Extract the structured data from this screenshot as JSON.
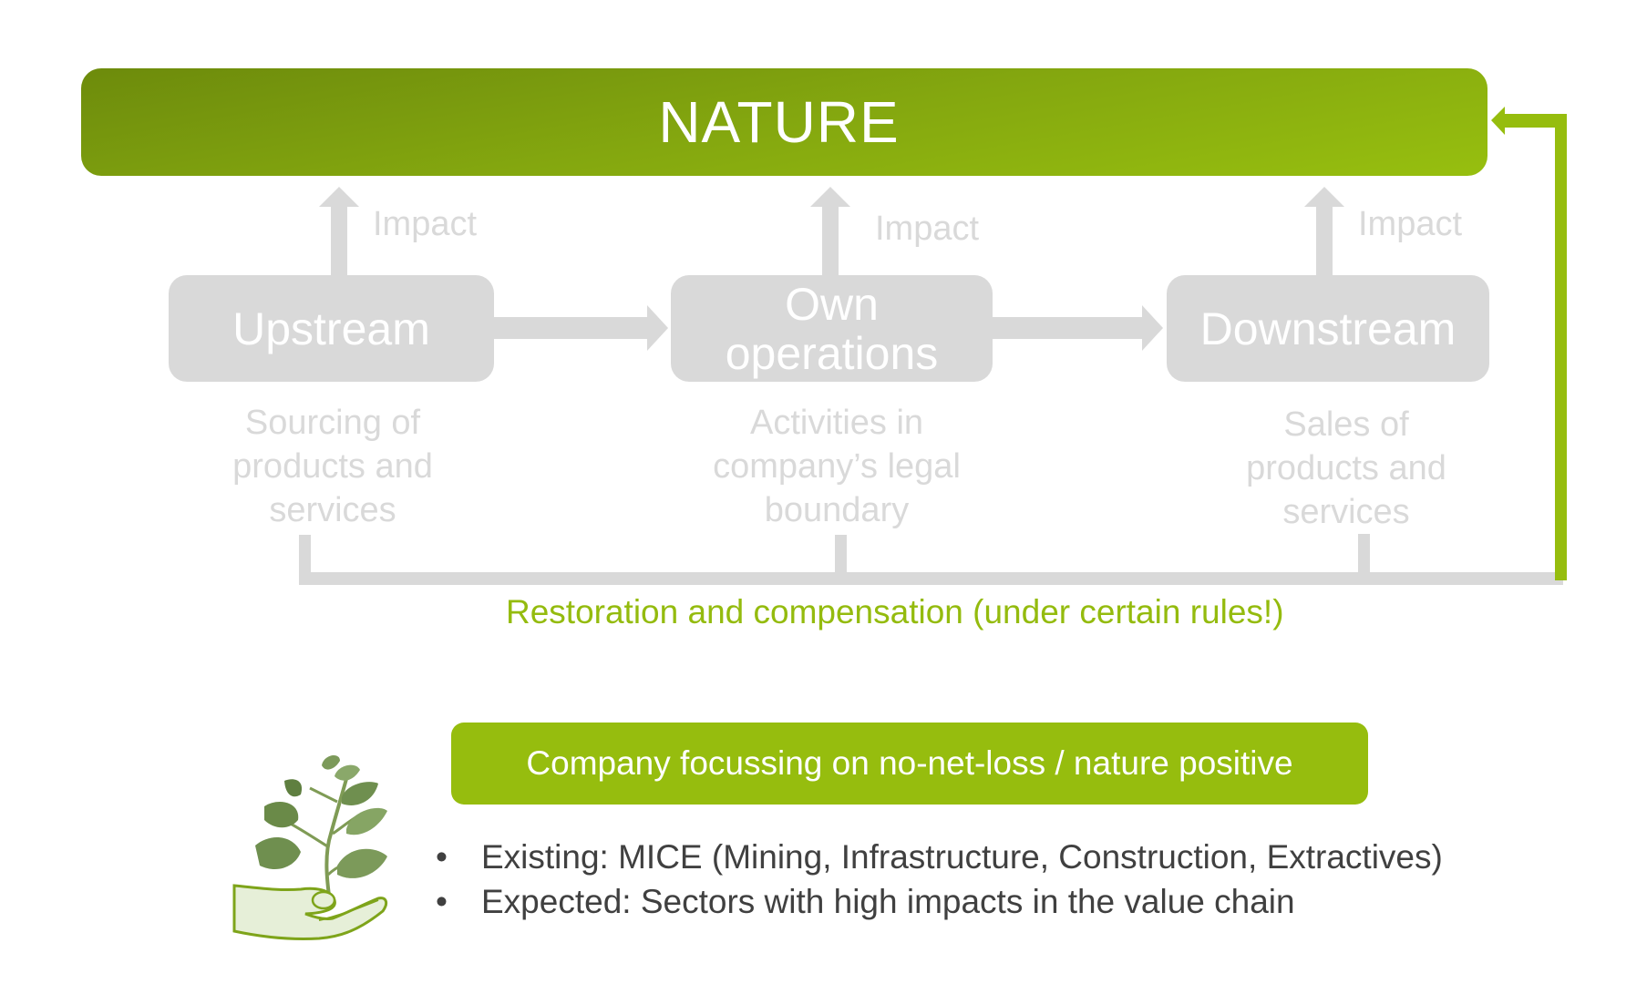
{
  "nature": {
    "title": "NATURE"
  },
  "value_chain": [
    {
      "stage": "Upstream",
      "impact_label": "Impact",
      "description": [
        "Sourcing of",
        "products and",
        "services"
      ]
    },
    {
      "stage_lines": [
        "Own",
        "operations"
      ],
      "stage": "Own operations",
      "impact_label": "Impact",
      "description": [
        "Activities in",
        "company’s legal",
        "boundary"
      ]
    },
    {
      "stage": "Downstream",
      "impact_label": "Impact",
      "description": [
        "Sales of",
        "products and",
        "services"
      ]
    }
  ],
  "feedback_loop": {
    "label": "Restoration and compensation (under certain rules!)"
  },
  "focus": {
    "title": "Company focussing on no-net-loss / nature positive",
    "bullets": [
      "Existing: MICE (Mining, Infrastructure, Construction, Extractives)",
      "Expected: Sectors with high impacts in the value chain"
    ],
    "bullet_glyph": "•",
    "illustration": "plant-in-hand-icon"
  },
  "colors": {
    "nature_green_dark": "#6d8b0c",
    "nature_green_light": "#97bf0f",
    "accent_green": "#94bb0e",
    "stage_gray": "#d9d9d9",
    "bullet_text": "#404040"
  }
}
